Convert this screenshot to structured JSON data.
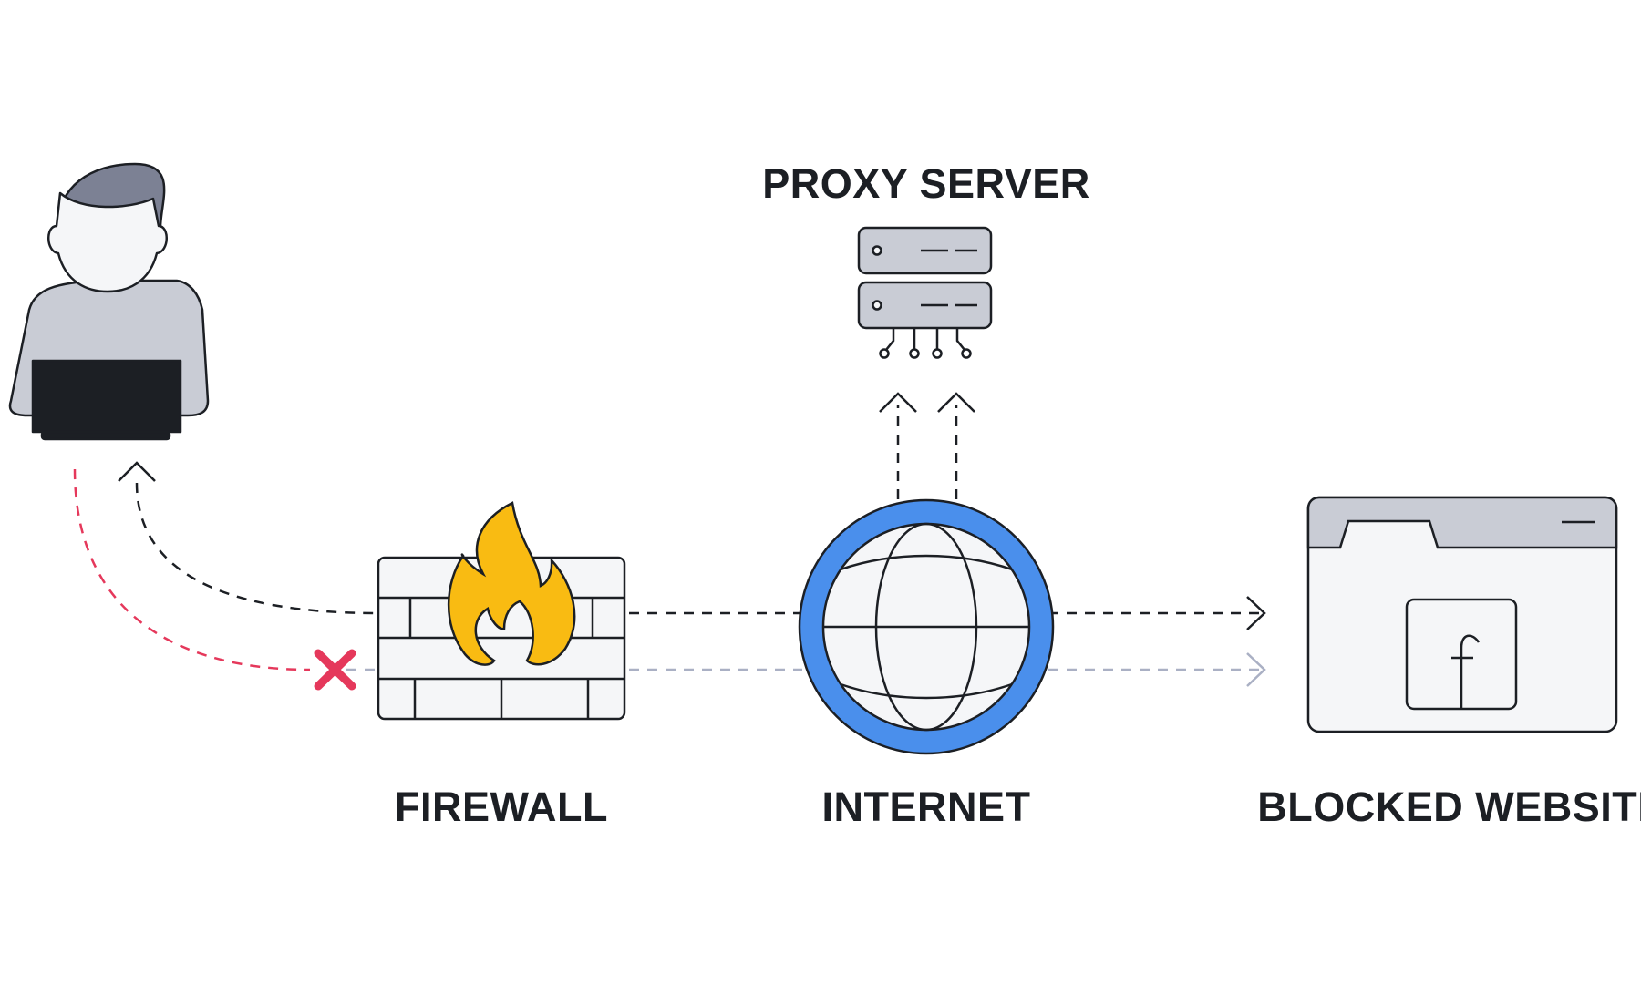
{
  "labels": {
    "proxy_server": "PROXY SERVER",
    "firewall": "FIREWALL",
    "internet": "INTERNET",
    "blocked_website": "BLOCKED WEBSITE"
  },
  "icons": {
    "user": "person-with-laptop-icon",
    "proxy": "server-stack-icon",
    "firewall": "brick-wall-with-flame-icon",
    "internet": "globe-icon",
    "website": "browser-window-icon",
    "blocked": "x-mark-icon",
    "website_logo": "facebook-f-icon"
  },
  "colors": {
    "outline": "#1c1f24",
    "blocked_path": "#e5385b",
    "faded_path": "#aab0c4",
    "globe_ring": "#4a8fec",
    "flame": "#f9bb12",
    "icon_fill": "#f5f6f8",
    "icon_shade": "#c9ccd5",
    "hair": "#7c8194"
  }
}
